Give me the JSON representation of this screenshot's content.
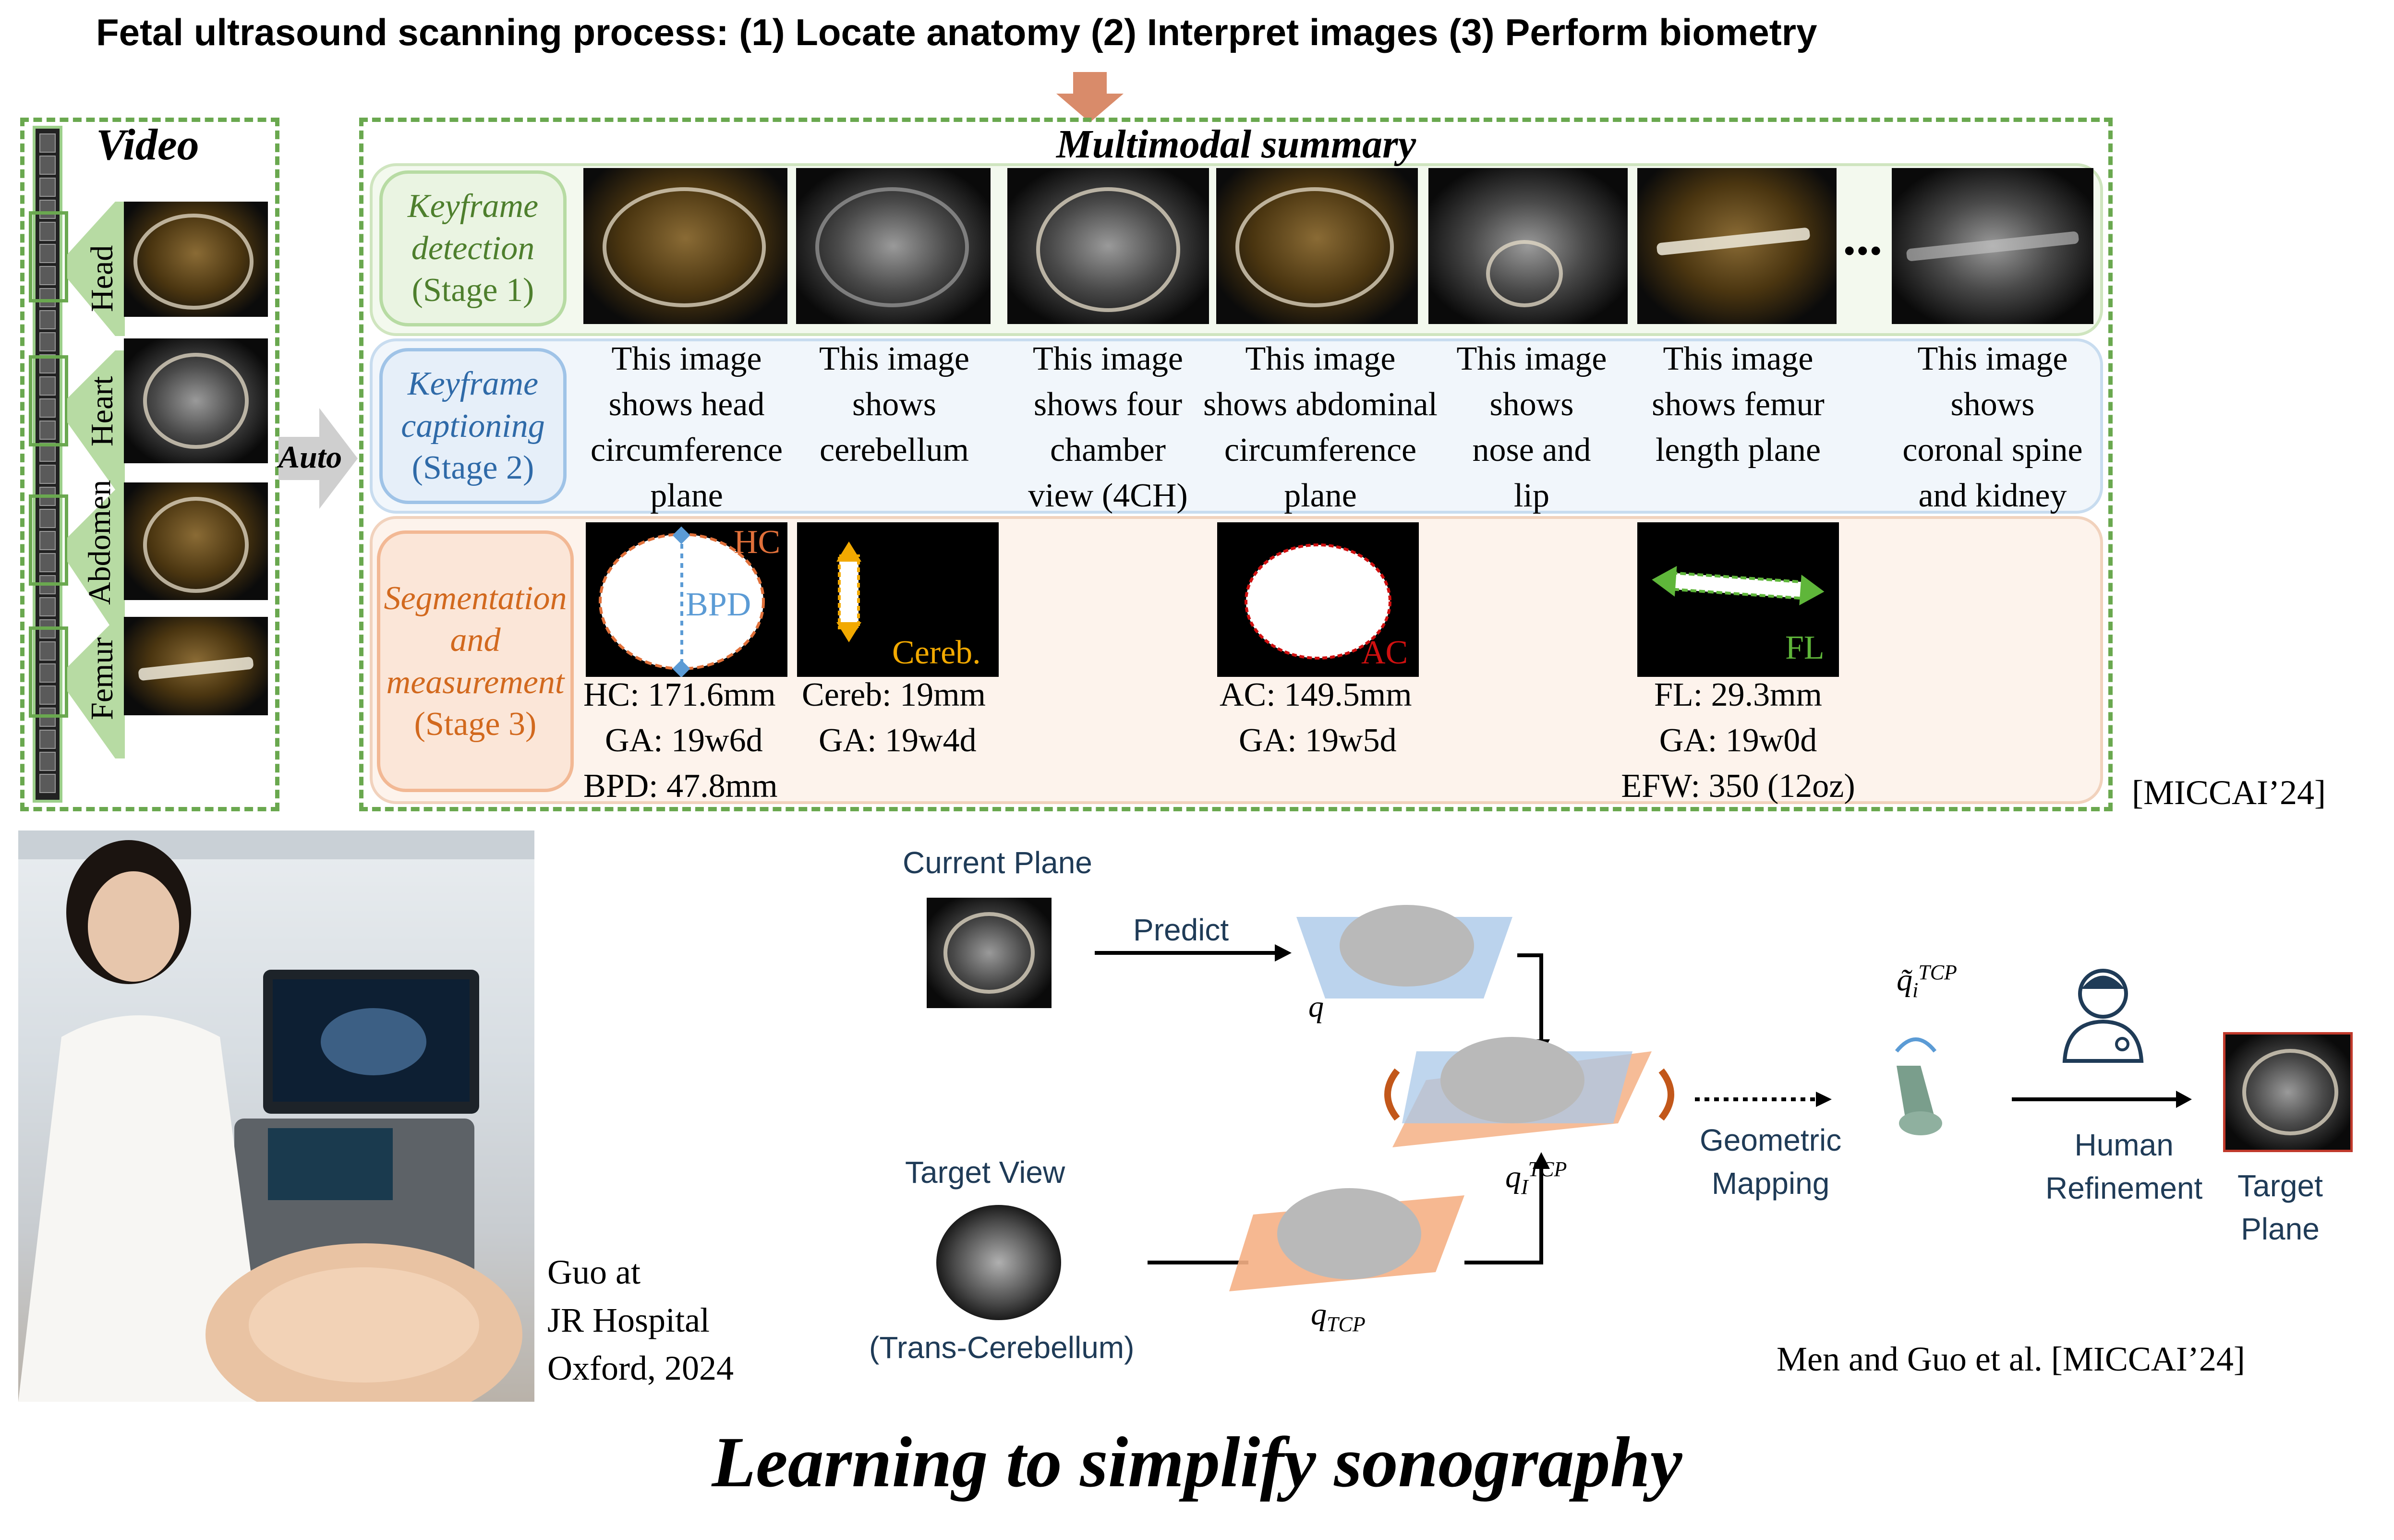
{
  "header": {
    "title": "Fetal ultrasound scanning process: (1) Locate anatomy  (2) Interpret images  (3) Perform biometry"
  },
  "video_panel": {
    "label": "Video",
    "auto_label": "Auto",
    "groups": [
      "Head",
      "Heart",
      "Abdomen",
      "Femur"
    ]
  },
  "summary": {
    "title": "Multimodal summary",
    "ellipsis": "...",
    "stages": [
      {
        "lines": [
          "Keyframe",
          "detection",
          "(Stage 1)"
        ],
        "color": "#4e7f2d"
      },
      {
        "lines": [
          "Keyframe",
          "captioning",
          "(Stage 2)"
        ],
        "color": "#2f6aa8"
      },
      {
        "lines": [
          "Segmentation",
          "and",
          "measurement",
          "(Stage 3)"
        ],
        "color": "#d2691e"
      }
    ],
    "captions": [
      [
        "This image",
        "shows head",
        "circumference",
        "plane"
      ],
      [
        "This image",
        "shows",
        "cerebellum"
      ],
      [
        "This image",
        "shows four",
        "chamber",
        "view (4CH)"
      ],
      [
        "This image",
        "shows abdominal",
        "circumference",
        "plane"
      ],
      [
        "This image",
        "shows",
        "nose and",
        "lip"
      ],
      [
        "This image",
        "shows femur",
        "length plane"
      ],
      [
        "This image",
        "shows",
        "coronal spine",
        "and kidney"
      ]
    ],
    "segmentation": {
      "hc": {
        "tag": "HC",
        "inner": "BPD"
      },
      "cereb": {
        "tag": "Cereb."
      },
      "ac": {
        "tag": "AC"
      },
      "fl": {
        "tag": "FL"
      }
    },
    "measurements": {
      "hc": [
        "HC: 171.6mm",
        "GA: 19w6d",
        "BPD: 47.8mm"
      ],
      "cereb": [
        "Cereb: 19mm",
        "GA: 19w4d"
      ],
      "ac": [
        "AC: 149.5mm",
        "GA: 19w5d"
      ],
      "fl": [
        "FL: 29.3mm",
        "GA: 19w0d",
        "EFW: 350 (12oz)"
      ]
    },
    "citation": "[MICCAI’24]"
  },
  "photo": {
    "caption": [
      "Guo at",
      "JR Hospital",
      "Oxford, 2024"
    ]
  },
  "pipeline": {
    "current_plane": "Current Plane",
    "predict": "Predict",
    "q": "q",
    "q_tcp": "q",
    "q_tcp_sub": "TCP",
    "qi_tcp": "q",
    "qi_sub": "I",
    "qi_sup": "TCP",
    "qtilde": "q̃",
    "qtilde_sub": "i",
    "qtilde_sup": "TCP",
    "target_view": "Target View",
    "trans_cerebellum": "(Trans-Cerebellum)",
    "geometric": [
      "Geometric",
      "Mapping"
    ],
    "human": [
      "Human",
      "Refinement"
    ],
    "target_plane": [
      "Target",
      "Plane"
    ],
    "citation": "Men and Guo et al. [MICCAI’24]"
  },
  "footer": {
    "title": "Learning to simplify sonography"
  }
}
